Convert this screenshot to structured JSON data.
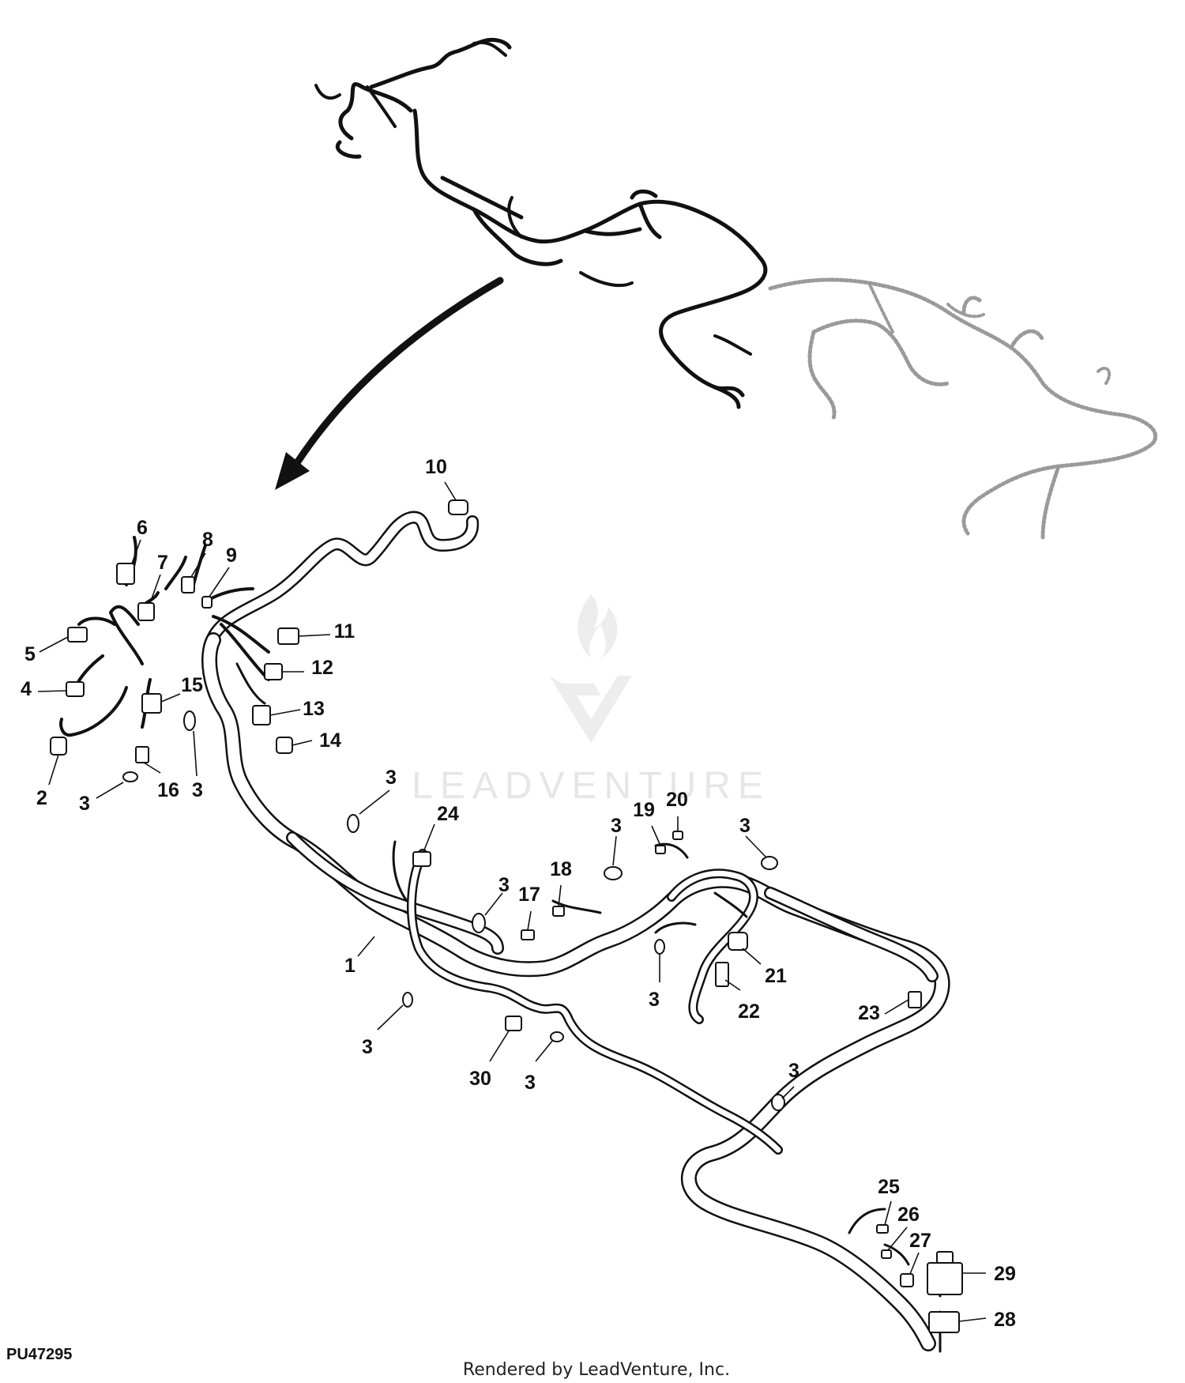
{
  "figure_id": "PU47295",
  "footer_text": "Rendered by LeadVenture, Inc.",
  "watermark_text": "LEADVENTURE",
  "callouts": [
    {
      "id": "c10",
      "label": "10"
    },
    {
      "id": "c6",
      "label": "6"
    },
    {
      "id": "c8",
      "label": "8"
    },
    {
      "id": "c7",
      "label": "7"
    },
    {
      "id": "c9",
      "label": "9"
    },
    {
      "id": "c11",
      "label": "11"
    },
    {
      "id": "c5",
      "label": "5"
    },
    {
      "id": "c12",
      "label": "12"
    },
    {
      "id": "c4",
      "label": "4"
    },
    {
      "id": "c15",
      "label": "15"
    },
    {
      "id": "c13",
      "label": "13"
    },
    {
      "id": "c14",
      "label": "14"
    },
    {
      "id": "c2",
      "label": "2"
    },
    {
      "id": "c3a",
      "label": "3"
    },
    {
      "id": "c16",
      "label": "16"
    },
    {
      "id": "c3b",
      "label": "3"
    },
    {
      "id": "c3c",
      "label": "3"
    },
    {
      "id": "c24",
      "label": "24"
    },
    {
      "id": "c19",
      "label": "19"
    },
    {
      "id": "c20",
      "label": "20"
    },
    {
      "id": "c3d",
      "label": "3"
    },
    {
      "id": "c3e",
      "label": "3"
    },
    {
      "id": "c18",
      "label": "18"
    },
    {
      "id": "c3f",
      "label": "3"
    },
    {
      "id": "c17",
      "label": "17"
    },
    {
      "id": "c1",
      "label": "1"
    },
    {
      "id": "c21",
      "label": "21"
    },
    {
      "id": "c3g",
      "label": "3"
    },
    {
      "id": "c22",
      "label": "22"
    },
    {
      "id": "c23",
      "label": "23"
    },
    {
      "id": "c3h",
      "label": "3"
    },
    {
      "id": "c30",
      "label": "30"
    },
    {
      "id": "c3i",
      "label": "3"
    },
    {
      "id": "c3j",
      "label": "3"
    },
    {
      "id": "c25",
      "label": "25"
    },
    {
      "id": "c26",
      "label": "26"
    },
    {
      "id": "c27",
      "label": "27"
    },
    {
      "id": "c29",
      "label": "29"
    },
    {
      "id": "c28",
      "label": "28"
    }
  ]
}
